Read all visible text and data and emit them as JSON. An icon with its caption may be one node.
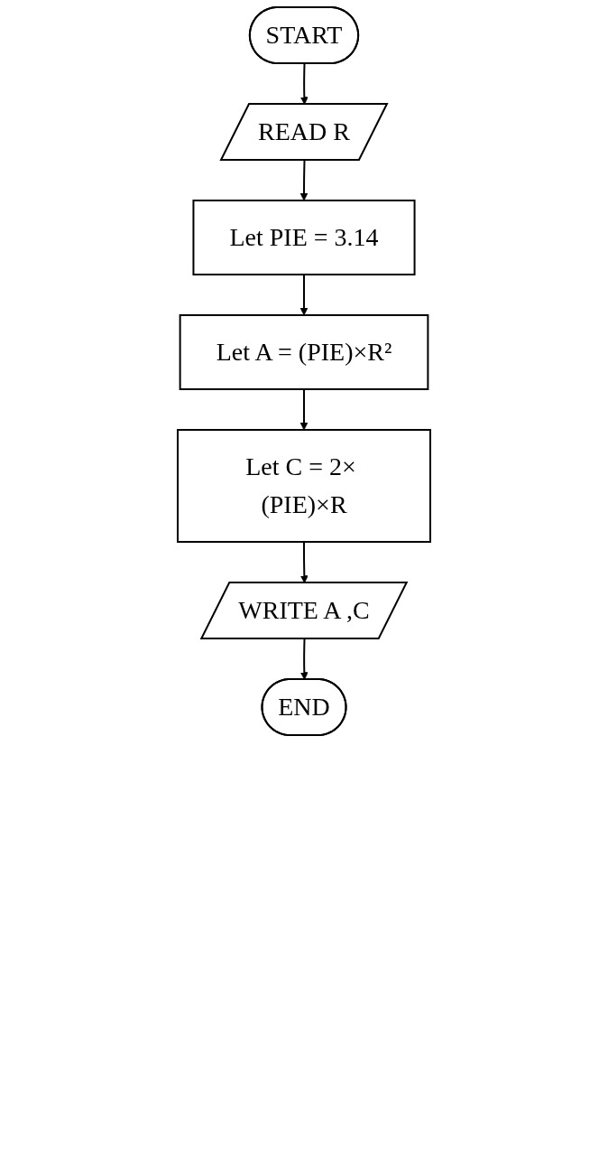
{
  "diagram": {
    "nodes": [
      {
        "text": [
          "START"
        ]
      },
      {
        "text": [
          "READ R"
        ]
      },
      {
        "text": [
          "Let PIE = 3.14"
        ]
      },
      {
        "text": [
          "Let A = (PIE)×R²"
        ]
      },
      {
        "text": [
          "Let C = 2× (PIE)×R"
        ]
      },
      {
        "text": [
          "WRITE A ,C"
        ]
      },
      {
        "text": [
          "END"
        ]
      }
    ],
    "edges": [
      {
        "from": 0,
        "to": 1,
        "arrow": "to"
      },
      {
        "from": 1,
        "to": 2,
        "arrow": "to"
      },
      {
        "from": 2,
        "to": 3,
        "arrow": "to"
      },
      {
        "from": 3,
        "to": 4,
        "arrow": "to"
      },
      {
        "from": 4,
        "to": 5,
        "arrow": "to"
      },
      {
        "from": 5,
        "to": 6,
        "arrow": "to"
      }
    ]
  }
}
